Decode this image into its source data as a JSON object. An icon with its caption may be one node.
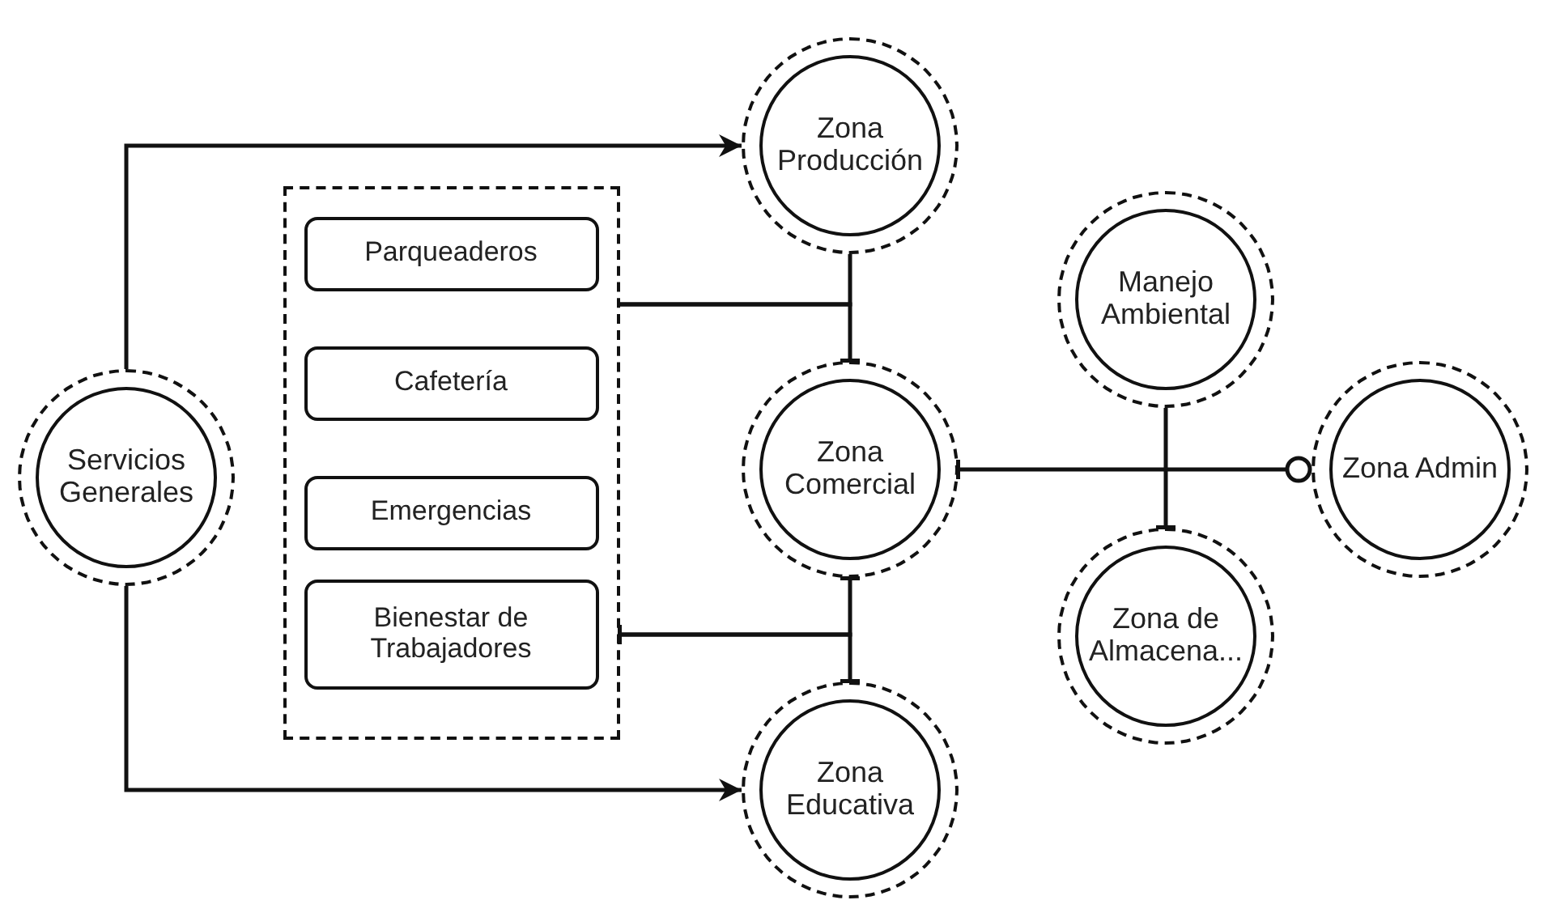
{
  "diagram": {
    "nodes": [
      {
        "text": [
          "Servicios Generales"
        ]
      },
      {
        "text": [
          "Zona Producción"
        ]
      },
      {
        "text": [],
        "shape": "box"
      },
      {
        "text": [
          "Parqueaderos"
        ],
        "in": 2
      },
      {
        "text": [
          "Cafetería"
        ],
        "in": 2
      },
      {
        "text": [
          "Emergencias"
        ],
        "in": 2
      },
      {
        "text": [
          "Bienestar de Trabajadores"
        ],
        "in": 2
      },
      {
        "text": [
          "Zona Comercial"
        ]
      },
      {
        "text": [
          "Manejo Ambiental"
        ]
      },
      {
        "text": [
          "Zona Admin"
        ]
      },
      {
        "text": [
          "Zona de Almacena..."
        ]
      },
      {
        "text": [
          "Zona Educativa"
        ]
      }
    ],
    "edges": [
      {
        "from": 0,
        "to": 1,
        "arrow": "to"
      },
      {
        "from": 0,
        "to": 11,
        "arrow": "to"
      },
      {
        "from": 2,
        "to": 1,
        "arrow": "none"
      },
      {
        "from": 2,
        "to": 7,
        "arrow": "other"
      },
      {
        "from": 2,
        "to": 7,
        "arrow": "other"
      },
      {
        "from": 2,
        "to": 11,
        "arrow": "other"
      },
      {
        "from": 7,
        "to": 9,
        "arrow": "other"
      },
      {
        "from": 8,
        "to": 10,
        "arrow": "other"
      }
    ]
  }
}
